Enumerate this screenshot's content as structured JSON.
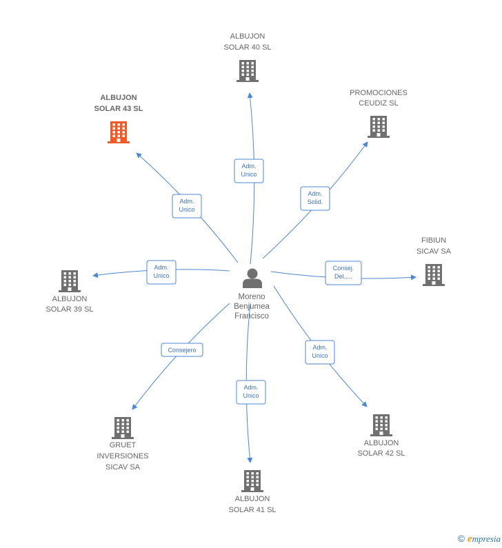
{
  "colors": {
    "company": "#707070",
    "highlight": "#f05a28",
    "edge": "#4a86d4",
    "person": "#707070"
  },
  "center": {
    "name_lines": [
      "Moreno",
      "Benjumea",
      "Francisco"
    ],
    "icon": "person-icon"
  },
  "companies": [
    {
      "id": "albujon-solar-40",
      "lines": [
        "ALBUJON",
        "SOLAR 40 SL"
      ],
      "icon": "building-icon",
      "highlight": false
    },
    {
      "id": "promociones-ceudiz",
      "lines": [
        "PROMOCIONES",
        "CEUDIZ SL"
      ],
      "icon": "building-icon",
      "highlight": false
    },
    {
      "id": "fibiun-sicav",
      "lines": [
        "FIBIUN",
        "SICAV SA"
      ],
      "icon": "building-icon",
      "highlight": false
    },
    {
      "id": "albujon-solar-42",
      "lines": [
        "ALBUJON",
        "SOLAR 42 SL"
      ],
      "icon": "building-icon",
      "highlight": false
    },
    {
      "id": "albujon-solar-41",
      "lines": [
        "ALBUJON",
        "SOLAR 41 SL"
      ],
      "icon": "building-icon",
      "highlight": false
    },
    {
      "id": "gruet-inversiones",
      "lines": [
        "GRUET",
        "INVERSIONES",
        "SICAV SA"
      ],
      "icon": "building-icon",
      "highlight": false
    },
    {
      "id": "albujon-solar-39",
      "lines": [
        "ALBUJON",
        "SOLAR 39 SL"
      ],
      "icon": "building-icon",
      "highlight": false
    },
    {
      "id": "albujon-solar-43",
      "lines": [
        "ALBUJON",
        "SOLAR 43 SL"
      ],
      "icon": "building-icon",
      "highlight": true
    }
  ],
  "relations": [
    {
      "to": "albujon-solar-40",
      "role_lines": [
        "Adm.",
        "Unico"
      ]
    },
    {
      "to": "promociones-ceudiz",
      "role_lines": [
        "Adm.",
        "Solid."
      ]
    },
    {
      "to": "fibiun-sicav",
      "role_lines": [
        "Consej.",
        "Del.,..."
      ]
    },
    {
      "to": "albujon-solar-42",
      "role_lines": [
        "Adm.",
        "Unico"
      ]
    },
    {
      "to": "albujon-solar-41",
      "role_lines": [
        "Adm.",
        "Unico"
      ]
    },
    {
      "to": "gruet-inversiones",
      "role_lines": [
        "Consejero"
      ]
    },
    {
      "to": "albujon-solar-39",
      "role_lines": [
        "Adm.",
        "Unico"
      ]
    },
    {
      "to": "albujon-solar-43",
      "role_lines": [
        "Adm.",
        "Unico"
      ]
    }
  ],
  "brand": {
    "copyright": "©",
    "initial": "e",
    "rest": "mpresia"
  }
}
